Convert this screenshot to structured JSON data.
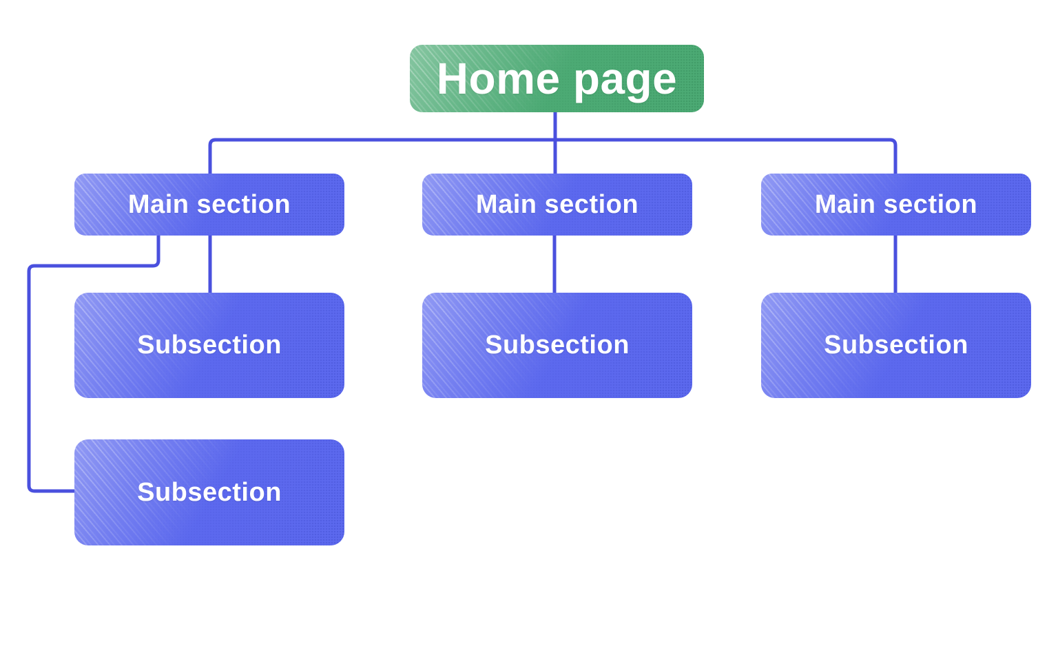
{
  "diagram": {
    "root": {
      "label": "Home page"
    },
    "columns": [
      {
        "main": {
          "label": "Main section"
        },
        "subsections": [
          {
            "label": "Subsection"
          },
          {
            "label": "Subsection"
          }
        ]
      },
      {
        "main": {
          "label": "Main section"
        },
        "subsections": [
          {
            "label": "Subsection"
          }
        ]
      },
      {
        "main": {
          "label": "Main section"
        },
        "subsections": [
          {
            "label": "Subsection"
          }
        ]
      }
    ],
    "colors": {
      "root_fill": "#4CAA74",
      "section_fill": "#5C69EE",
      "connector": "#4A50DE",
      "label_text": "#FFFFFF",
      "background": "#FFFFFF"
    }
  }
}
